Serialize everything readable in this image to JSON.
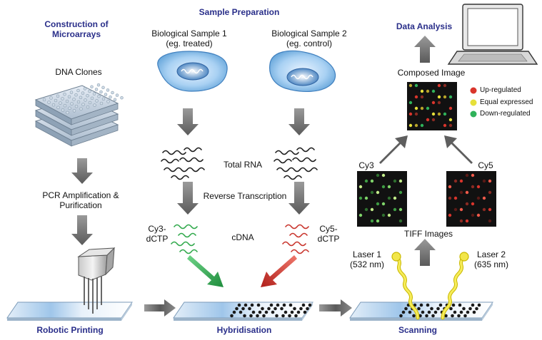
{
  "titles": {
    "construction": "Construction of Microarrays",
    "sample_prep": "Sample Preparation",
    "data_analysis": "Data Analysis"
  },
  "labels": {
    "sample1_line1": "Biological Sample 1",
    "sample1_line2": "(eg. treated)",
    "sample2_line1": "Biological Sample 2",
    "sample2_line2": "(eg. control)",
    "dna_clones": "DNA Clones",
    "pcr_line1": "PCR Amplification &",
    "pcr_line2": "Purification",
    "total_rna": "Total RNA",
    "reverse_transcription": "Reverse Transcription",
    "cy3_dctp_line1": "Cy3-",
    "cy3_dctp_line2": "dCTP",
    "cdna": "cDNA",
    "cy5_dctp_line1": "Cy5-",
    "cy5_dctp_line2": "dCTP",
    "composed_image": "Composed Image",
    "cy3": "Cy3",
    "cy5": "Cy5",
    "tiff_images": "TIFF Images",
    "laser1_line1": "Laser 1",
    "laser1_line2": "(532 nm)",
    "laser2_line1": "Laser 2",
    "laser2_line2": "(635 nm)"
  },
  "stages": {
    "robotic_printing": "Robotic Printing",
    "hybridisation": "Hybridisation",
    "scanning": "Scanning"
  },
  "legend": [
    {
      "label": "Up-regulated",
      "color": "#d9352c"
    },
    {
      "label": "Equal expressed",
      "color": "#e6e03a"
    },
    {
      "label": "Down-regulated",
      "color": "#2fb25a"
    }
  ],
  "colors": {
    "title_blue": "#2a2f8a",
    "arrow_gray": "#6e6e6e",
    "cy3_green": "#2fa84a",
    "cy5_red": "#c8322a",
    "laser_yellow": "#f2e64a"
  }
}
